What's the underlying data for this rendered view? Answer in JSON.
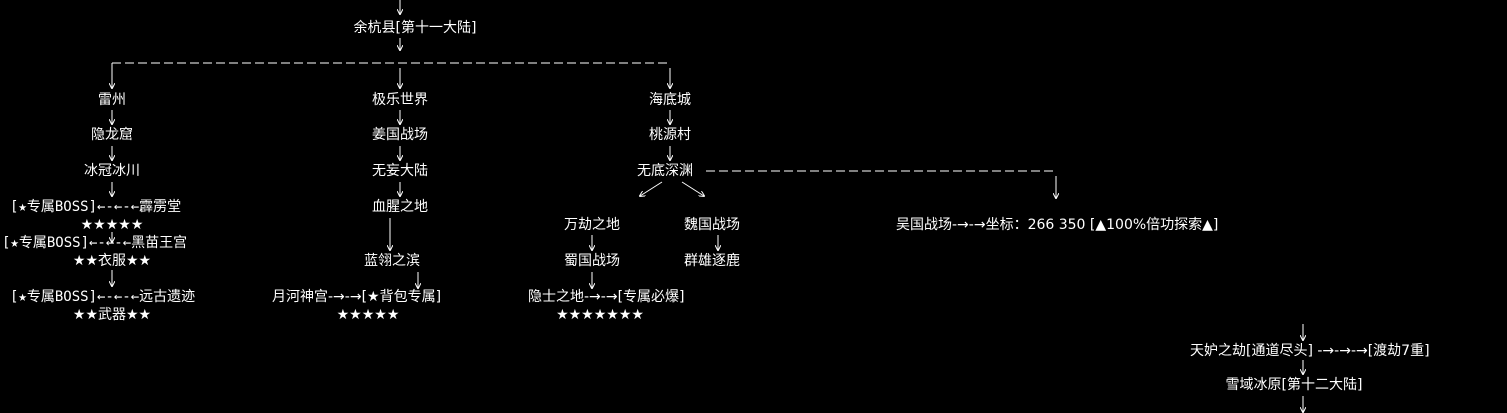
{
  "nodes": {
    "yuhang": "余杭县[第十一大陆]",
    "leizhou": "雷州",
    "yinlongku": "隐龙窟",
    "bingguan": "冰冠冰川",
    "boss1": "[★专属BOSS]←-←-←霹雳堂",
    "stars1": "★★★★★",
    "boss2": "[★专属BOSS]←-←-←黑苗王宫",
    "stars2": "★★衣服★★",
    "boss3": "[★专属BOSS]←-←-←远古遗迹",
    "stars3": "★★武器★★",
    "jile": "极乐世界",
    "jiangguo": "姜国战场",
    "wuwang": "无妄大陆",
    "xuexing": "血腥之地",
    "lanling": "蓝翎之滨",
    "yuehe": "月河神宫-→-→[★背包专属]",
    "stars4": "★★★★★",
    "haidi": "海底城",
    "taoyuan": "桃源村",
    "wudi": "无底深渊",
    "wanjie": "万劫之地",
    "weiguo": "魏国战场",
    "shuguo": "蜀国战场",
    "qunxiong": "群雄逐鹿",
    "yinshi": "隐士之地-→-→[专属必爆]",
    "stars5": "★★★★★★★",
    "wuguo": "吴国战场-→-→坐标：266 350  [▲100%倍功探索▲]",
    "tianyu": "天妒之劫[通道尽头] -→-→-→[渡劫7重]",
    "xueyu": "雪域冰原[第十二大陆]"
  }
}
